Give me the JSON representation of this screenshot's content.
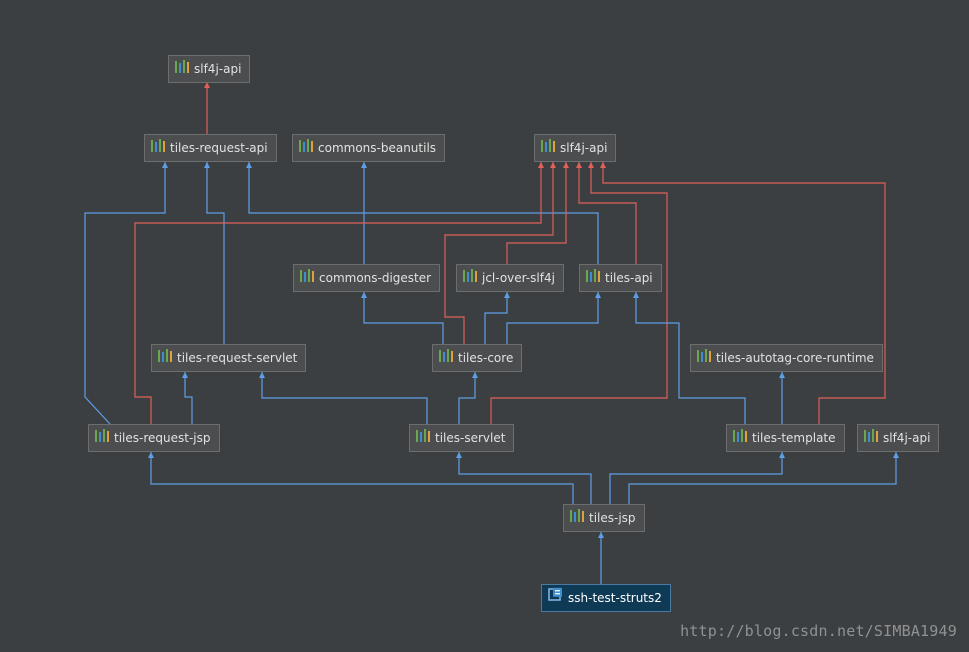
{
  "nodes": [
    {
      "id": "slf4j_top",
      "label": "slf4j-api",
      "icon": "library-icon"
    },
    {
      "id": "tiles_request_api",
      "label": "tiles-request-api",
      "icon": "library-icon"
    },
    {
      "id": "commons_beanutils",
      "label": "commons-beanutils",
      "icon": "library-icon"
    },
    {
      "id": "slf4j_mid",
      "label": "slf4j-api",
      "icon": "library-icon"
    },
    {
      "id": "commons_digester",
      "label": "commons-digester",
      "icon": "library-icon"
    },
    {
      "id": "jcl_over_slf4j",
      "label": "jcl-over-slf4j",
      "icon": "library-icon"
    },
    {
      "id": "tiles_api",
      "label": "tiles-api",
      "icon": "library-icon"
    },
    {
      "id": "tiles_request_servlet",
      "label": "tiles-request-servlet",
      "icon": "library-icon"
    },
    {
      "id": "tiles_core",
      "label": "tiles-core",
      "icon": "library-icon"
    },
    {
      "id": "tiles_autotag",
      "label": "tiles-autotag-core-runtime",
      "icon": "library-icon"
    },
    {
      "id": "tiles_request_jsp",
      "label": "tiles-request-jsp",
      "icon": "library-icon"
    },
    {
      "id": "tiles_servlet",
      "label": "tiles-servlet",
      "icon": "library-icon"
    },
    {
      "id": "tiles_template",
      "label": "tiles-template",
      "icon": "library-icon"
    },
    {
      "id": "slf4j_right",
      "label": "slf4j-api",
      "icon": "library-icon"
    },
    {
      "id": "tiles_jsp",
      "label": "tiles-jsp",
      "icon": "library-icon"
    },
    {
      "id": "ssh_test_struts2",
      "label": "ssh-test-struts2",
      "icon": "module-icon"
    }
  ],
  "edges": [
    {
      "from": "tiles_request_api",
      "to": "slf4j_top",
      "kind": "red"
    },
    {
      "from": "commons_digester",
      "to": "commons_beanutils",
      "kind": "blue"
    },
    {
      "from": "tiles_request_jsp",
      "to": "tiles_request_api",
      "kind": "blue"
    },
    {
      "from": "tiles_request_servlet",
      "to": "tiles_request_api",
      "kind": "blue"
    },
    {
      "from": "tiles_api",
      "to": "tiles_request_api",
      "kind": "blue"
    },
    {
      "from": "tiles_request_jsp",
      "to": "slf4j_mid",
      "kind": "red"
    },
    {
      "from": "tiles_core",
      "to": "slf4j_mid",
      "kind": "red"
    },
    {
      "from": "jcl_over_slf4j",
      "to": "slf4j_mid",
      "kind": "red"
    },
    {
      "from": "tiles_api",
      "to": "slf4j_mid",
      "kind": "red"
    },
    {
      "from": "tiles_servlet",
      "to": "slf4j_mid",
      "kind": "red"
    },
    {
      "from": "tiles_template",
      "to": "slf4j_mid",
      "kind": "red"
    },
    {
      "from": "tiles_core",
      "to": "commons_digester",
      "kind": "blue"
    },
    {
      "from": "tiles_core",
      "to": "jcl_over_slf4j",
      "kind": "blue"
    },
    {
      "from": "tiles_core",
      "to": "tiles_api",
      "kind": "blue"
    },
    {
      "from": "tiles_template",
      "to": "tiles_api",
      "kind": "blue"
    },
    {
      "from": "tiles_request_jsp",
      "to": "tiles_request_servlet",
      "kind": "blue"
    },
    {
      "from": "tiles_servlet",
      "to": "tiles_request_servlet",
      "kind": "blue"
    },
    {
      "from": "tiles_servlet",
      "to": "tiles_core",
      "kind": "blue"
    },
    {
      "from": "tiles_template",
      "to": "tiles_autotag",
      "kind": "blue"
    },
    {
      "from": "tiles_jsp",
      "to": "tiles_request_jsp",
      "kind": "blue"
    },
    {
      "from": "tiles_jsp",
      "to": "tiles_servlet",
      "kind": "blue"
    },
    {
      "from": "tiles_jsp",
      "to": "tiles_template",
      "kind": "blue"
    },
    {
      "from": "tiles_jsp",
      "to": "slf4j_right",
      "kind": "blue"
    },
    {
      "from": "ssh_test_struts2",
      "to": "tiles_jsp",
      "kind": "blue"
    }
  ],
  "colors": {
    "background": "#3c3f41",
    "blue_edge": "#5e9ee6",
    "red_edge": "#e0605a",
    "node_fill": "#4b4d4f",
    "root_fill": "#0e3a56"
  },
  "watermark": "http://blog.csdn.net/SIMBA1949"
}
